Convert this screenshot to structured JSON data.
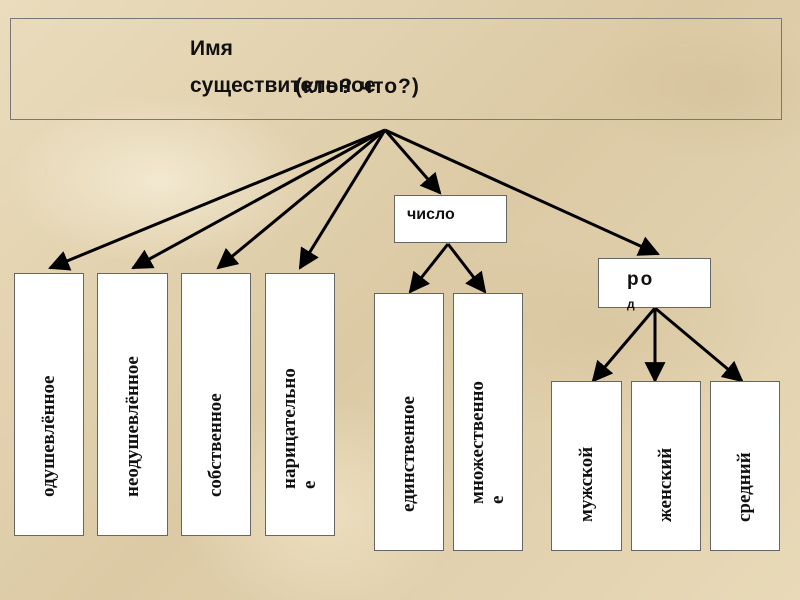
{
  "title": {
    "line1": "Имя",
    "line2": "существительное",
    "question": "(кто? что?)"
  },
  "categories": {
    "number": "число",
    "gender_part1": "ро",
    "gender_part2": "д"
  },
  "leaves": {
    "animate": "одушевлённое",
    "inanimate": "неодушевлённое",
    "proper": "собственное",
    "common_part1": "нарицательно",
    "common_part2": "е",
    "singular": "единственное",
    "plural_part1": "множественно",
    "plural_part2": "е",
    "masculine": "мужской",
    "feminine": "женский",
    "neuter": "средний"
  }
}
